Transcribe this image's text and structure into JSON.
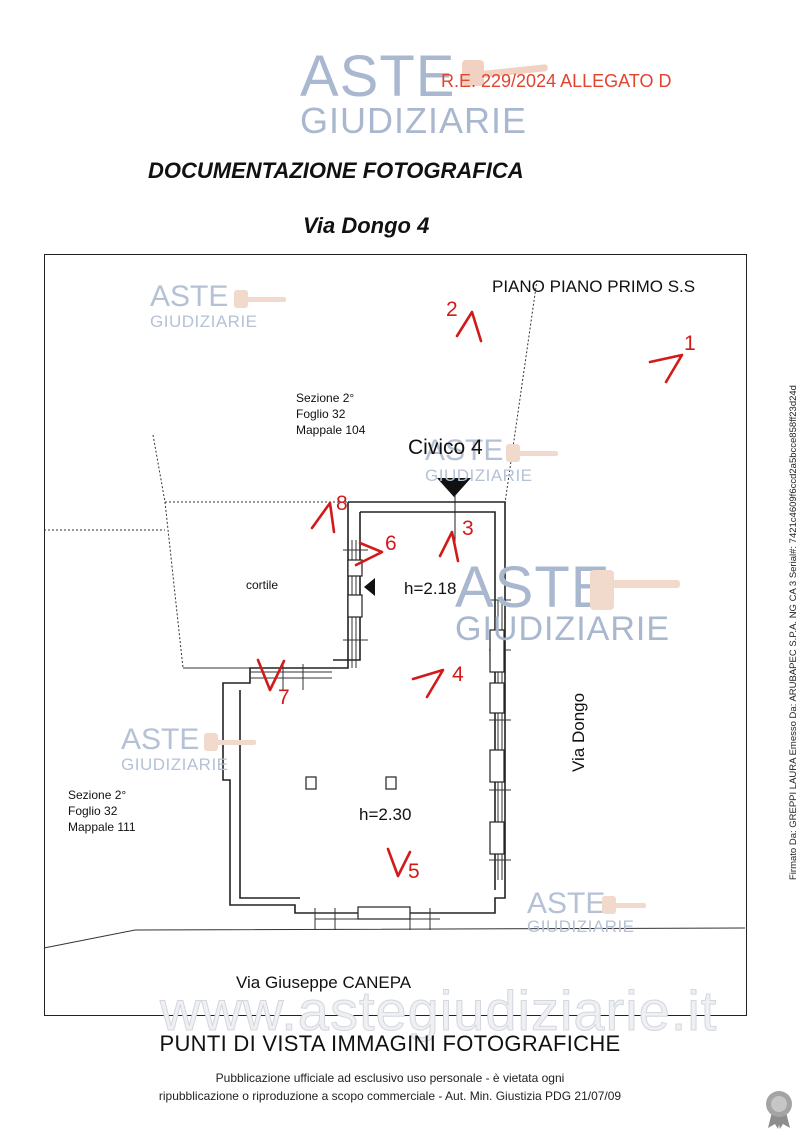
{
  "header": {
    "logo_aste": "ASTE",
    "logo_giudiziarie": "GIUDIZIARIE",
    "reference": "R.E. 229/2024 ALLEGATO D"
  },
  "title": "DOCUMENTAZIONE FOTOGRAFICA",
  "subtitle": "Via Dongo 4",
  "plan": {
    "floor_label": "PIANO PIANO PRIMO S.S",
    "section_top": {
      "line1": "Sezione 2°",
      "line2": "Foglio 32",
      "line3": "Mappale 104"
    },
    "section_left": {
      "line1": "Sezione 2°",
      "line2": "Foglio 32",
      "line3": "Mappale 111"
    },
    "civico": "Civico 4",
    "courtyard": "cortile",
    "height_upper": "h=2.18",
    "height_lower": "h=2.30",
    "street_right": "Via Dongo",
    "street_bottom": "Via Giuseppe CANEPA",
    "viewpoints": [
      "1",
      "2",
      "3",
      "4",
      "5",
      "6",
      "7",
      "8"
    ],
    "watermark_aste": "ASTE",
    "watermark_giudiziarie": "GIUDIZIARIE",
    "colors": {
      "viewpoint": "#d21a1a",
      "watermark": "#a9b8cf",
      "reference": "#e0442f"
    }
  },
  "caption": "PUNTI DI VISTA IMMAGINI FOTOGRAFICHE",
  "site_watermark": "www.astegiudiziarie.it",
  "footer": {
    "line1": "Pubblicazione ufficiale ad esclusivo uso personale - è vietata ogni",
    "line2": "ripubblicazione o riproduzione a scopo commerciale - Aut. Min. Giustizia PDG 21/07/09"
  },
  "side_stamp": "Firmato Da: GREPPI LAURA Emesso Da: ARUBAPEC S.P.A. NG CA 3 Serial#: 7421c4609f6ccd2a5bcce858ff23d24d",
  "seal_icon": "seal-icon"
}
